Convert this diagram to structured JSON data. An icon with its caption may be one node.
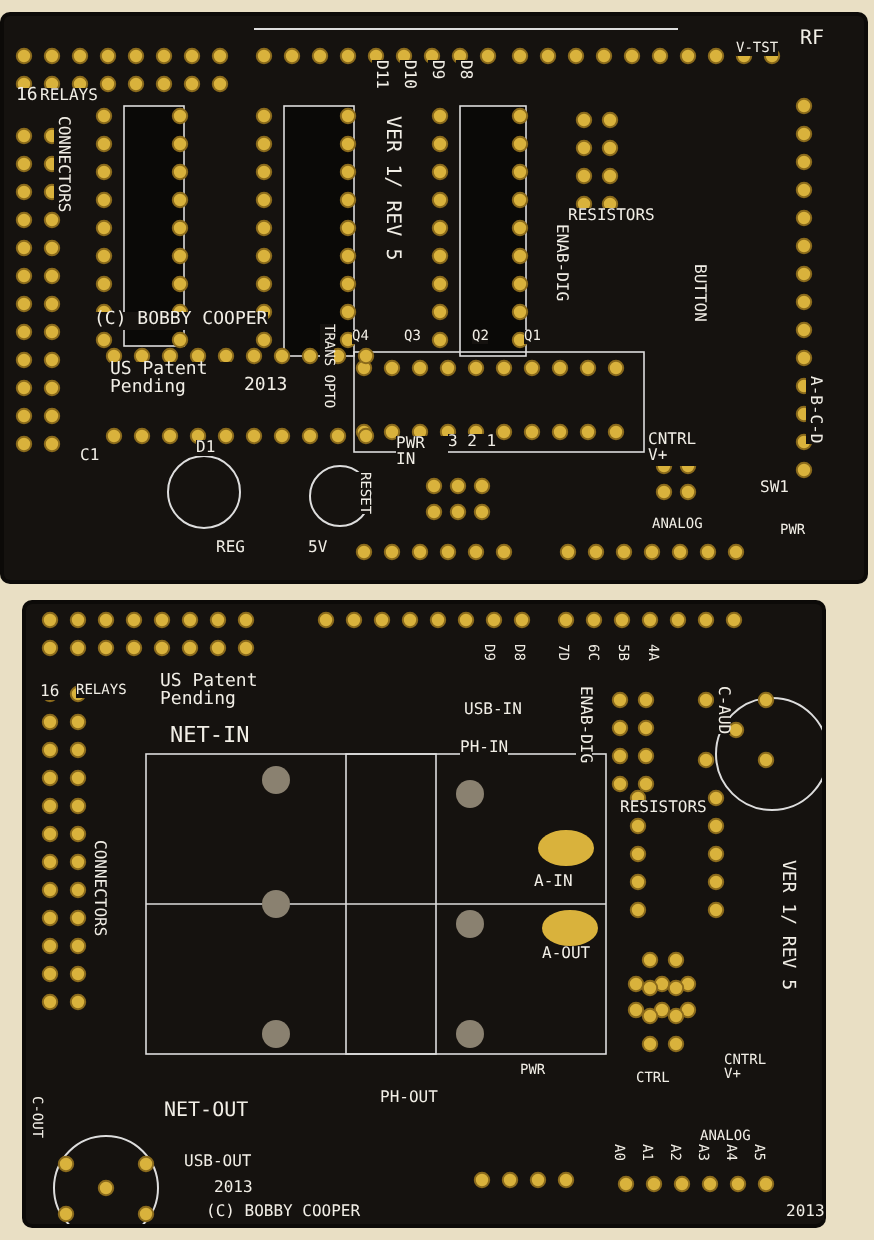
{
  "diagram": {
    "labels": [
      "16",
      "RELAYS",
      "CONNECTORS",
      "D11",
      "D10",
      "D9",
      "D8",
      "V-TST",
      "RF",
      "VER 1/ REV 5",
      "ENAB-DIG",
      "RESISTORS",
      "BUTTON",
      "(C) BOBBY COOPER",
      "Q4",
      "Q3",
      "Q2",
      "Q1",
      "TRANS OPTO",
      "US Patent Pending",
      "2013",
      "A-B-C-D",
      "C1",
      "D1",
      "PWR IN",
      "3 2 1",
      "CNTRL V+",
      "SW1",
      "RESET",
      "REG",
      "5V",
      "ANALOG",
      "PWR",
      "16",
      "RELAYS",
      "US Patent Pending",
      "NET-IN",
      "D9",
      "D8",
      "7D",
      "6C",
      "5B",
      "4A",
      "USB-IN",
      "PH-IN",
      "ENAB-DIG",
      "C-AUD",
      "RESISTORS",
      "A-IN",
      "CONNECTORS",
      "A-OUT",
      "VER 1/ REV 5",
      "PWR",
      "CTRL",
      "CNTRL V+",
      "NET-OUT",
      "PH-OUT",
      "C-OUT",
      "ANALOG",
      "A0",
      "A1",
      "A2",
      "A3",
      "A4",
      "A5",
      "USB-OUT",
      "2013",
      "(C) BOBBY COOPER",
      "2013"
    ]
  }
}
